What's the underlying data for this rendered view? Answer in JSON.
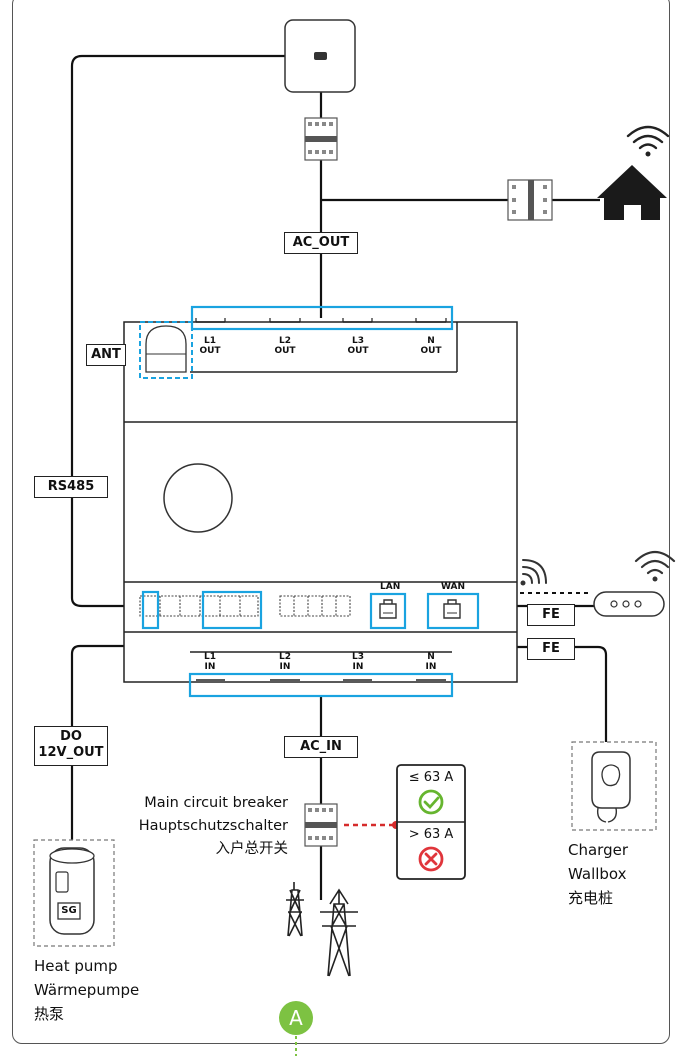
{
  "labels": {
    "ac_out": "AC_OUT",
    "ac_in": "AC_IN",
    "ant": "ANT",
    "rs485": "RS485",
    "do_line1": "DO",
    "do_line2": "12V_OUT",
    "fe_router": "FE",
    "fe_charger": "FE",
    "lan": "LAN",
    "wan": "WAN",
    "sg": "SG",
    "marker": "A"
  },
  "terminals_out": [
    {
      "line1": "L1",
      "line2": "OUT"
    },
    {
      "line1": "L2",
      "line2": "OUT"
    },
    {
      "line1": "L3",
      "line2": "OUT"
    },
    {
      "line1": "N",
      "line2": "OUT"
    }
  ],
  "terminals_in": [
    {
      "line1": "L1",
      "line2": "IN"
    },
    {
      "line1": "L2",
      "line2": "IN"
    },
    {
      "line1": "L3",
      "line2": "IN"
    },
    {
      "line1": "N",
      "line2": "IN"
    }
  ],
  "breaker_caption": {
    "en": "Main circuit breaker",
    "de": "Hauptschutzschalter",
    "zh": "入户总开关"
  },
  "rating": {
    "ok": "≤ 63 A",
    "bad": "> 63 A"
  },
  "charger": {
    "en": "Charger",
    "de": "Wallbox",
    "zh": "充电桩"
  },
  "heat_pump": {
    "en": "Heat pump",
    "de": "Wärmepumpe",
    "zh": "热泵"
  },
  "colors": {
    "highlight": "#1aa3e0",
    "ok": "#66b52f",
    "bad": "#e0353b",
    "marker": "#7dc242",
    "wire": "#111111"
  }
}
